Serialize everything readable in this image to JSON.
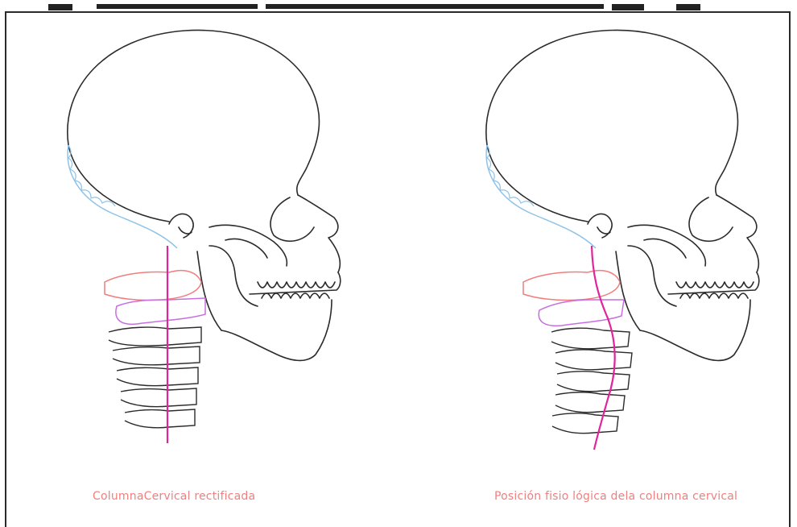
{
  "captions": {
    "left": "ColumnaCervical rectificada",
    "right": "Posición fisio lógica dela columna cervical"
  },
  "colors": {
    "outline": "#2b2b2b",
    "occipital": "#8fc3e8",
    "c1_vertebra": "#f27d7d",
    "c2_vertebra": "#c76fe0",
    "spine_line": "#e0249a",
    "caption": "#f08080"
  },
  "icons": [
    "skull-illustration",
    "cervical-spine-illustration"
  ]
}
